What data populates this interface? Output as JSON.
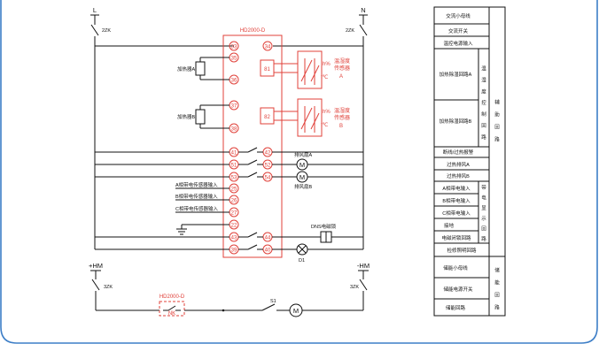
{
  "colors": {
    "frame": "#3d7ec7",
    "accent_red": "#e0413a",
    "line": "#111111"
  },
  "controller": {
    "title": "HD2000-D",
    "terminals_left": [
      "33",
      "35",
      "36",
      "37",
      "38",
      "41",
      "51",
      "53",
      "25",
      "26",
      "27",
      "22",
      "43",
      "39"
    ],
    "terminals_right": [
      "34",
      "81",
      "82",
      "42",
      "52",
      "54",
      "44",
      "40"
    ]
  },
  "circuit": {
    "bus_left": "L",
    "bus_right": "N",
    "breaker_left": "2ZK",
    "breaker_right": "2ZK",
    "heater_a": "加热器A",
    "heater_b": "加热器B",
    "sensor_a": {
      "line1": "温湿度",
      "line2": "传感器",
      "line3": "A",
      "h": "h%",
      "t": "t℃"
    },
    "sensor_b": {
      "line1": "温湿度",
      "line2": "传感器",
      "line3": "B",
      "h": "h%",
      "t": "t℃"
    },
    "fan_a": "排风扇A",
    "fan_b": "排风扇B",
    "input_a": "A相带电传感器输入",
    "input_b": "B相带电传感器输入",
    "input_c": "C相带电传感器输入",
    "lock": "DNS电磁锁",
    "lamp": "D1",
    "hm_left": "+HM",
    "hm_right": "-HM",
    "breaker_hm_left": "3ZK",
    "breaker_hm_right": "3ZK",
    "bottom_module": "HD2000-D",
    "bottom_contact": "NK",
    "switch_s": "S1",
    "motor": "M"
  },
  "legend": {
    "rows_top": [
      "交流小母线",
      "交流开关",
      "温控电源输入",
      "加热除湿回路A",
      "加热除湿回路B",
      "断线/过热报警",
      "过热排风A",
      "过热排风B",
      "A相带电输入",
      "B相带电输入",
      "C相带电输入",
      "接地",
      "电磁闭锁回路",
      "检修照明回路"
    ],
    "mid_label_1": "温湿度控制回路",
    "mid_label_2": "带电显示回路",
    "right_label_1": "辅助回路",
    "rows_bottom": [
      "储能小母线",
      "储能电源开关",
      "储能回路"
    ],
    "right_label_2": "储能回路"
  }
}
